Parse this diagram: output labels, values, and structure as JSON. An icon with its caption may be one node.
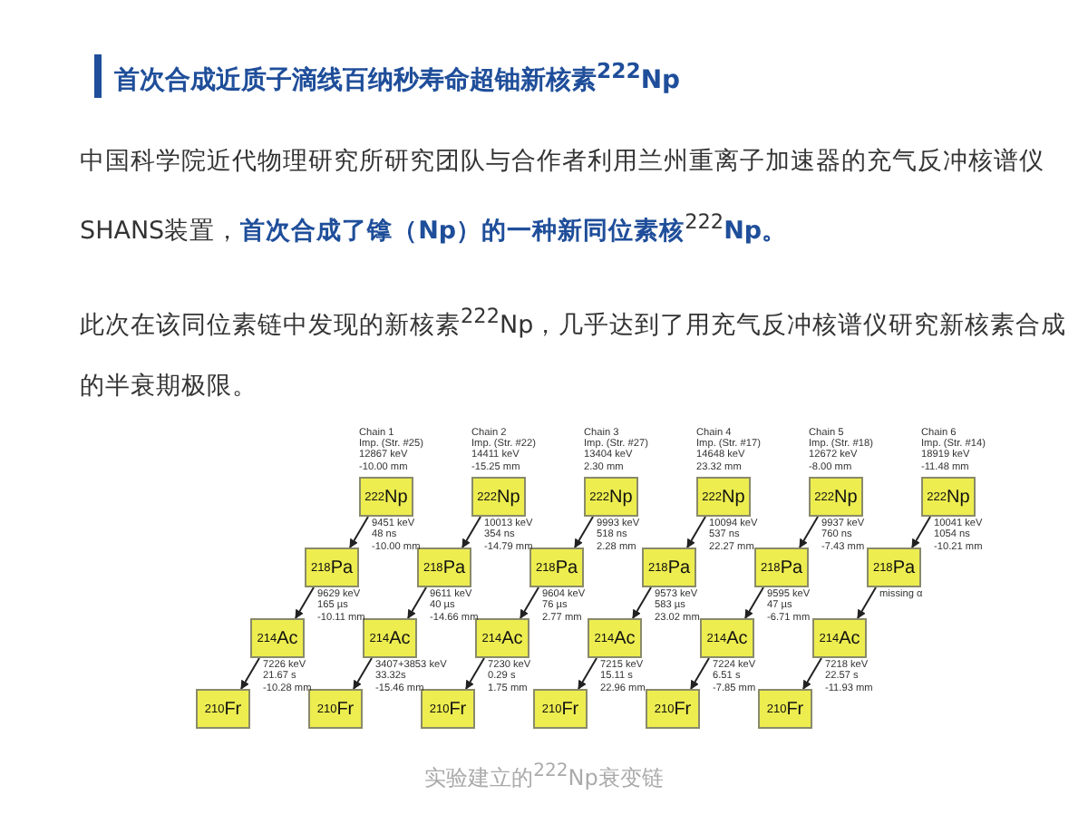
{
  "diagram": {
    "title": "首次合成近质子滴线百纳秒寿命超铀新核素$^{222}$Np",
    "caption": "实验建立的$^{222}$Np衰变链",
    "labels": [
      "中国科学院近代物理研究所研究团队与合作者利用兰州重离子加速器的充气反冲核谱仪SHANS装置，**首次合成了镎（Np）的一种新同位素核**$^{222}$**Np。**",
      "此次在该同位素链中发现的新核素$^{222}$Np，几乎达到了用充气反冲核谱仪研究新核素合成的半衰期极限。"
    ],
    "nodes": [
      {
        "text": [
          "$^{222}$Np"
        ],
        "beside": [
          "Chain 1",
          "Imp. (Str. #25)",
          "12867 keV",
          "-10.00 mm"
        ]
      },
      {
        "text": [
          "$^{218}$Pa"
        ]
      },
      {
        "text": [
          "$^{214}$Ac"
        ]
      },
      {
        "text": [
          "$^{210}$Fr"
        ]
      },
      {
        "text": [
          "$^{222}$Np"
        ],
        "beside": [
          "Chain 2",
          "Imp. (Str. #22)",
          "14411 keV",
          "-15.25 mm"
        ]
      },
      {
        "text": [
          "$^{218}$Pa"
        ]
      },
      {
        "text": [
          "$^{214}$Ac"
        ]
      },
      {
        "text": [
          "$^{210}$Fr"
        ]
      },
      {
        "text": [
          "$^{222}$Np"
        ],
        "beside": [
          "Chain 3",
          "Imp. (Str. #27)",
          "13404 keV",
          "2.30 mm"
        ]
      },
      {
        "text": [
          "$^{218}$Pa"
        ]
      },
      {
        "text": [
          "$^{214}$Ac"
        ]
      },
      {
        "text": [
          "$^{210}$Fr"
        ]
      },
      {
        "text": [
          "$^{222}$Np"
        ],
        "beside": [
          "Chain 4",
          "Imp. (Str. #17)",
          "14648 keV",
          "23.32 mm"
        ]
      },
      {
        "text": [
          "$^{218}$Pa"
        ]
      },
      {
        "text": [
          "$^{214}$Ac"
        ]
      },
      {
        "text": [
          "$^{210}$Fr"
        ]
      },
      {
        "text": [
          "$^{222}$Np"
        ],
        "beside": [
          "Chain 5",
          "Imp. (Str. #18)",
          "12672 keV",
          "-8.00 mm"
        ]
      },
      {
        "text": [
          "$^{218}$Pa"
        ]
      },
      {
        "text": [
          "$^{214}$Ac"
        ]
      },
      {
        "text": [
          "$^{210}$Fr"
        ]
      },
      {
        "text": [
          "$^{222}$Np"
        ],
        "beside": [
          "Chain 6",
          "Imp. (Str. #14)",
          "18919 keV",
          "-11.48 mm"
        ]
      },
      {
        "text": [
          "$^{218}$Pa"
        ]
      },
      {
        "text": [
          "$^{214}$Ac"
        ]
      },
      {
        "text": [
          "$^{210}$Fr"
        ]
      }
    ],
    "edges": [
      {
        "from": 0,
        "to": 1,
        "arrow": "to",
        "label": "9451 keV 48 ns -10.00 mm"
      },
      {
        "from": 1,
        "to": 2,
        "arrow": "to",
        "label": "9629 keV 165 µs -10.11 mm"
      },
      {
        "from": 2,
        "to": 3,
        "arrow": "to",
        "label": "7226 keV 21.67 s -10.28 mm"
      },
      {
        "from": 4,
        "to": 5,
        "arrow": "to",
        "label": "10013 keV 354 ns -14.79 mm"
      },
      {
        "from": 5,
        "to": 6,
        "arrow": "to",
        "label": "9611 keV 40 µs -14.66 mm"
      },
      {
        "from": 6,
        "to": 7,
        "arrow": "to",
        "label": "3407+3853 keV 33.32s -15.46 mm"
      },
      {
        "from": 8,
        "to": 9,
        "arrow": "to",
        "label": "9993 keV 518 ns 2.28 mm"
      },
      {
        "from": 9,
        "to": 10,
        "arrow": "to",
        "label": "9604 keV 76 µs 2.77 mm"
      },
      {
        "from": 10,
        "to": 11,
        "arrow": "to",
        "label": "7230 keV 0.29 s 1.75 mm"
      },
      {
        "from": 12,
        "to": 13,
        "arrow": "to",
        "label": "10094 keV 537 ns 22.27 mm"
      },
      {
        "from": 13,
        "to": 14,
        "arrow": "to",
        "label": "9573 keV 583 µs 23.02 mm"
      },
      {
        "from": 14,
        "to": 15,
        "arrow": "to",
        "label": "7215 keV 15.11 s 22.96 mm"
      },
      {
        "from": 16,
        "to": 17,
        "arrow": "to",
        "label": "9937 keV 760 ns -7.43 mm"
      },
      {
        "from": 17,
        "to": 18,
        "arrow": "to",
        "label": "9595 keV 47 µs -6.71 mm"
      },
      {
        "from": 18,
        "to": 19,
        "arrow": "to",
        "label": "7224 keV 6.51 s -7.85 mm"
      },
      {
        "from": 20,
        "to": 21,
        "arrow": "to",
        "label": "10041 keV 1054 ns -10.21 mm"
      },
      {
        "from": 21,
        "to": 22,
        "arrow": "to",
        "label": "missing α"
      },
      {
        "from": 22,
        "to": 23,
        "arrow": "to",
        "label": "7218 keV 22.57 s -11.93 mm"
      }
    ]
  }
}
